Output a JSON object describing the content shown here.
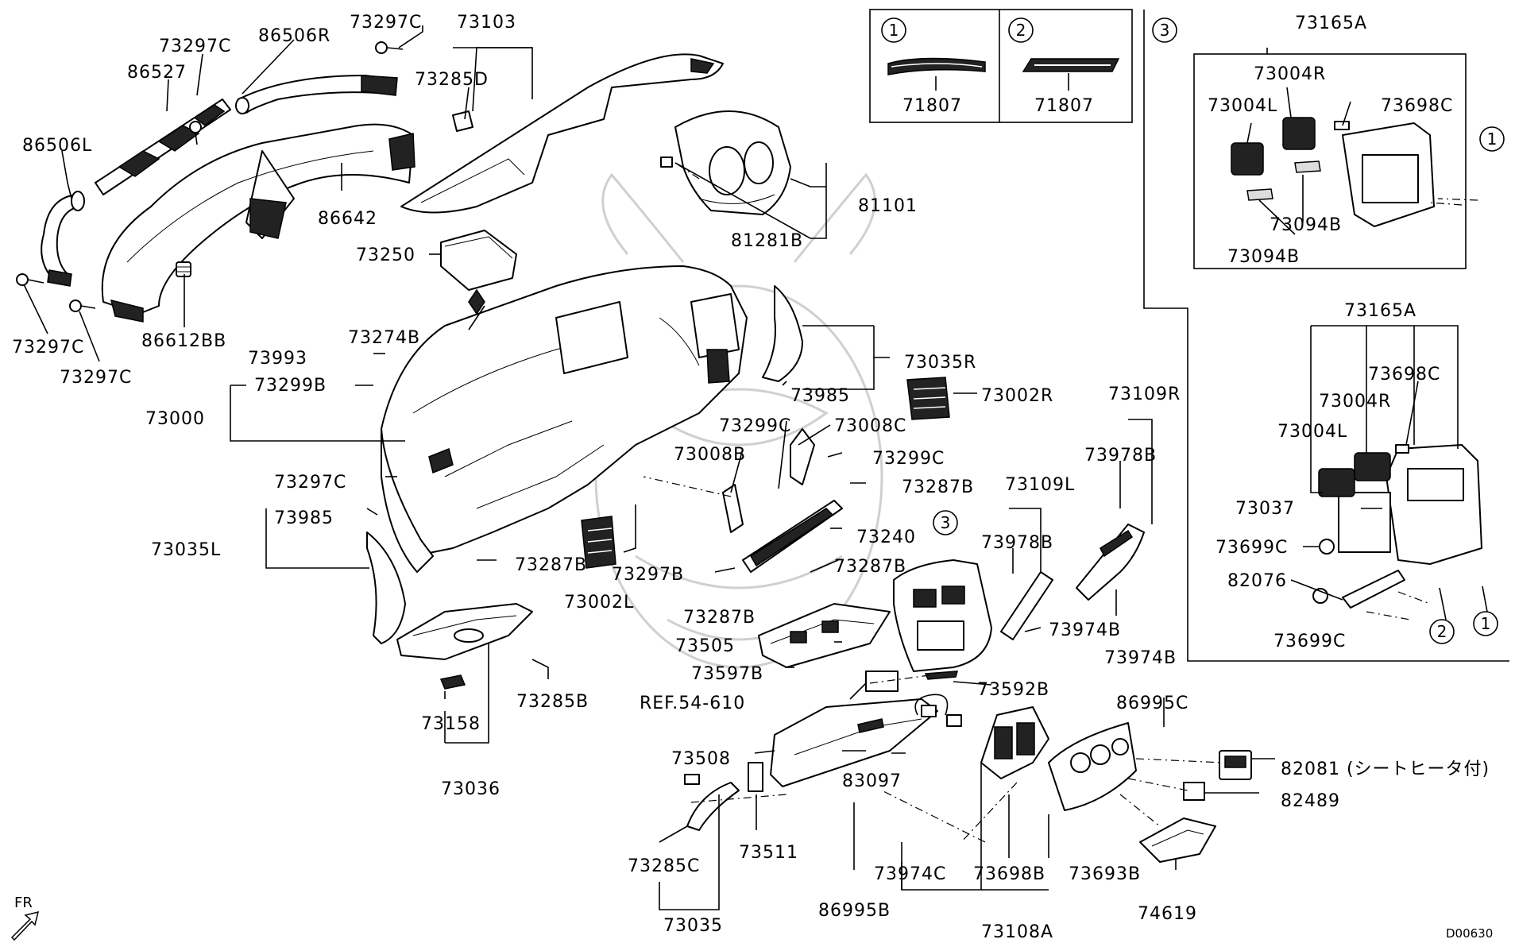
{
  "diagram": {
    "code": "D00630",
    "direction": "FR",
    "inset_1": {
      "marker": "1",
      "part": "71807"
    },
    "inset_2": {
      "marker": "2",
      "part": "71807"
    },
    "inset_3": {
      "marker": "3"
    },
    "callout_3": "3",
    "small_markers": {
      "m1a": "1",
      "m1b": "1",
      "m2": "2"
    }
  },
  "labels": {
    "p73297C_a": "73297C",
    "p86506R": "86506R",
    "p73297C_b": "73297C",
    "p86527": "86527",
    "p86506L": "86506L",
    "p86642": "86642",
    "p73297C_c": "73297C",
    "p73297C_d": "73297C",
    "p86612BB": "86612BB",
    "p73103": "73103",
    "p73285D": "73285D",
    "p81101": "81101",
    "p81281B": "81281B",
    "p73250": "73250",
    "p73274B": "73274B",
    "p73993": "73993",
    "p73299B": "73299B",
    "p73000": "73000",
    "p73035R": "73035R",
    "p73985_a": "73985",
    "p73002R": "73002R",
    "p73299C_a": "73299C",
    "p73008C": "73008C",
    "p73299C_b": "73299C",
    "p73008B": "73008B",
    "p73287B_a": "73287B",
    "p73297C_e": "73297C",
    "p73985_b": "73985",
    "p73035L": "73035L",
    "p73240": "73240",
    "p73287B_b": "73287B",
    "p73297B": "73297B",
    "p73287B_c": "73287B",
    "p73002L": "73002L",
    "p73287B_d": "73287B",
    "p73505": "73505",
    "p73597B": "73597B",
    "p73592B": "73592B",
    "pREF": "REF.54-610",
    "p73285B": "73285B",
    "p73158": "73158",
    "p73036": "73036",
    "p73508": "73508",
    "p73511": "73511",
    "p73285C": "73285C",
    "p73035": "73035",
    "p83097": "83097",
    "p86995C": "86995C",
    "p82081": "82081 (シートヒータ付)",
    "p82489": "82489",
    "p73974C": "73974C",
    "p73698B": "73698B",
    "p73693B": "73693B",
    "p86995B": "86995B",
    "p73108A": "73108A",
    "p74619": "74619",
    "p73109R": "73109R",
    "p73978B_a": "73978B",
    "p73109L": "73109L",
    "p73978B_b": "73978B",
    "p73974B_a": "73974B",
    "p73974B_b": "73974B",
    "p73165A_a": "73165A",
    "p73004R_a": "73004R",
    "p73004L_a": "73004L",
    "p73698C_a": "73698C",
    "p73094B_a": "73094B",
    "p73094B_b": "73094B",
    "p73165A_b": "73165A",
    "p73698C_b": "73698C",
    "p73004R_b": "73004R",
    "p73004L_b": "73004L",
    "p73037": "73037",
    "p73699C_a": "73699C",
    "p82076": "82076",
    "p73699C_b": "73699C"
  }
}
